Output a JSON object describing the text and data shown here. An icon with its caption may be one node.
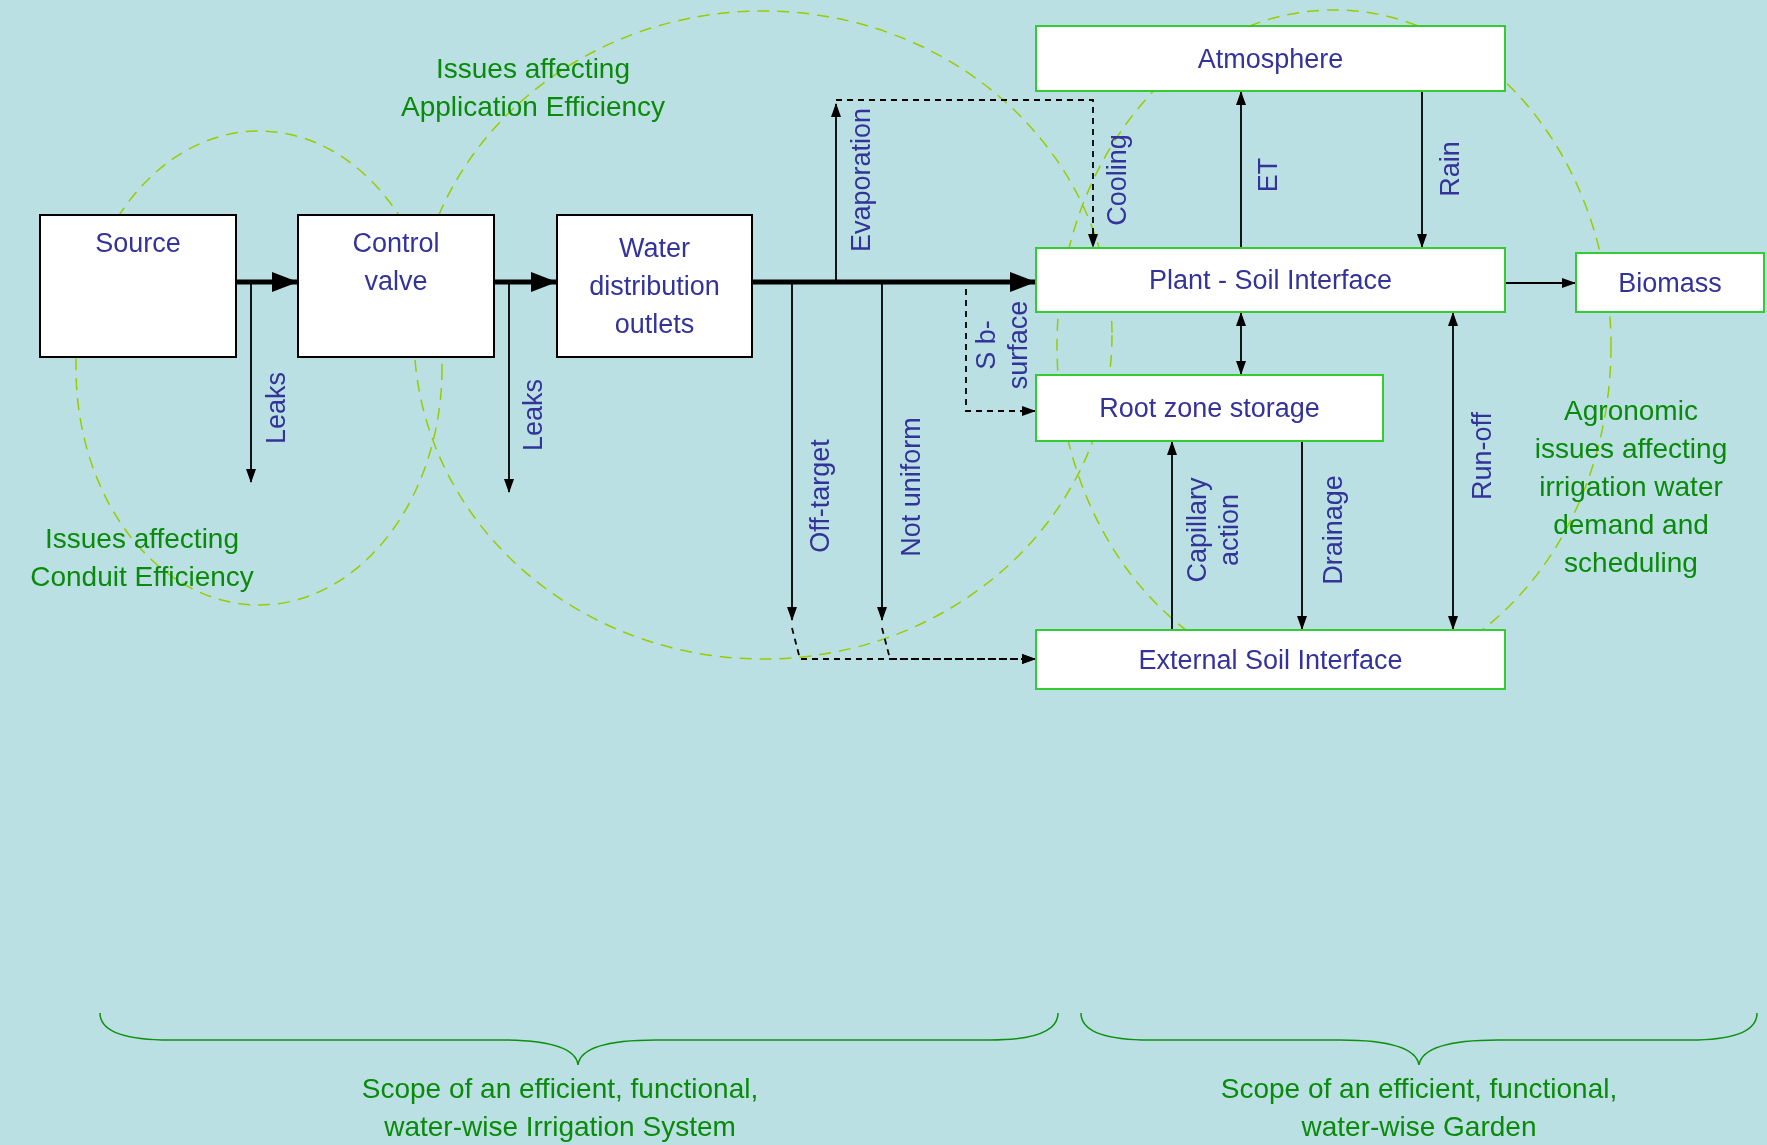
{
  "diagram": {
    "nodes": [
      {
        "text": [
          "Source"
        ]
      },
      {
        "text": [
          "Control valve"
        ]
      },
      {
        "text": [
          "Water distribution outlets"
        ]
      },
      {
        "text": [
          "Atmosphere"
        ]
      },
      {
        "text": [
          "Plant - Soil Interface"
        ]
      },
      {
        "text": [
          "Biomass"
        ]
      },
      {
        "text": [
          "Root zone storage"
        ]
      },
      {
        "text": [
          "External Soil Interface"
        ]
      }
    ],
    "edges": [
      {
        "from": 0,
        "to": 1,
        "arrow": "to",
        "style": "thick"
      },
      {
        "from": 1,
        "to": 2,
        "arrow": "to",
        "style": "thick"
      },
      {
        "from": 2,
        "to": 4,
        "arrow": "to",
        "style": "thick"
      },
      {
        "from": 0,
        "to": null,
        "arrow": "to",
        "label": "Leaks"
      },
      {
        "from": 1,
        "to": null,
        "arrow": "to",
        "label": "Leaks"
      },
      {
        "from": 2,
        "to": null,
        "arrow": "to",
        "label": "Evaporation"
      },
      {
        "from": null,
        "to": 4,
        "arrow": "to",
        "label": "Cooling",
        "style": "dashed"
      },
      {
        "from": 2,
        "to": null,
        "arrow": "to",
        "label": "Off-target"
      },
      {
        "from": null,
        "to": 7,
        "arrow": "to",
        "style": "dashed"
      },
      {
        "from": 2,
        "to": null,
        "arrow": "to",
        "label": "Not uniform"
      },
      {
        "from": null,
        "to": 7,
        "arrow": "to",
        "style": "dashed"
      },
      {
        "from": 2,
        "to": 6,
        "arrow": "to",
        "label": "S b- surface",
        "style": "dashed"
      },
      {
        "from": 4,
        "to": 3,
        "arrow": "to",
        "label": "ET"
      },
      {
        "from": 3,
        "to": 4,
        "arrow": "to",
        "label": "Rain"
      },
      {
        "from": 4,
        "to": 5,
        "arrow": "to"
      },
      {
        "from": 4,
        "to": 6,
        "arrow": "both"
      },
      {
        "from": 4,
        "to": 7,
        "arrow": "both",
        "label": "Run-off"
      },
      {
        "from": 7,
        "to": 6,
        "arrow": "to",
        "label": "Capillary action"
      },
      {
        "from": 6,
        "to": 7,
        "arrow": "to",
        "label": "Drainage"
      }
    ],
    "labels": [
      "Issues affecting Application Efficiency",
      "Issues affecting Conduit Efficiency",
      "Agronomic issues affecting irrigation water demand and scheduling",
      "Scope of an efficient, functional, water-wise Irrigation System",
      "Scope of an efficient, functional, water-wise Garden"
    ]
  }
}
